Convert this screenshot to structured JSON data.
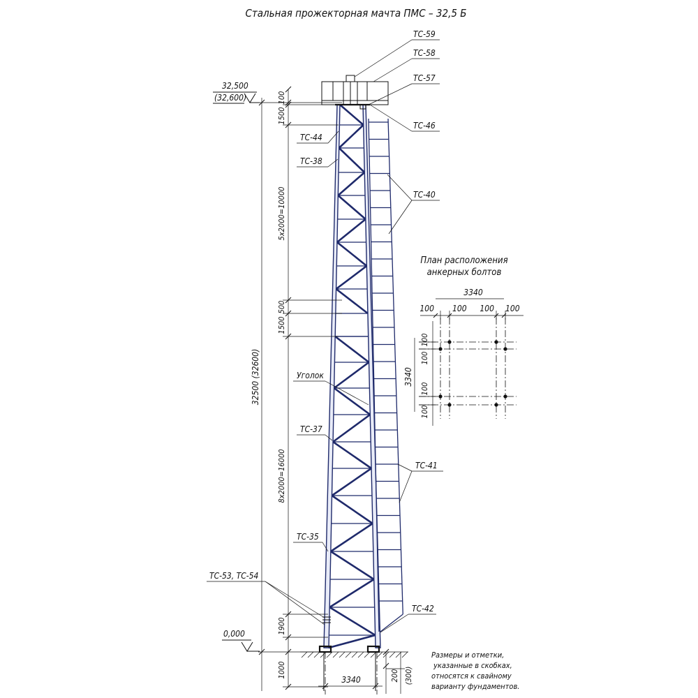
{
  "title": "Стальная прожекторная мачта ПМС – 32,5 Б",
  "callouts": {
    "tc59": "ТС-59",
    "tc58": "ТС-58",
    "tc57": "ТС-57",
    "tc46": "ТС-46",
    "tc44": "ТС-44",
    "tc38": "ТС-38",
    "tc40": "ТС-40",
    "ugolok": "Уголок",
    "tc37": "ТС-37",
    "tc41": "ТС-41",
    "tc35": "ТС-35",
    "tc53_54": "ТС-53, ТС-54",
    "tc42": "ТС-42"
  },
  "elevations": {
    "top": "32,500",
    "top_alt": "(32,600)",
    "zero": "0,000"
  },
  "vertical_dims": {
    "d100": "100",
    "d1500_top": "1500",
    "d5x2000": "5x2000=10000",
    "d500": "500",
    "d1500_mid": "1500",
    "d8x2000": "8x2000=16000",
    "d1900": "1900",
    "d1000": "1000",
    "total": "32500   (32600)",
    "d200": "200",
    "d300": "(300)"
  },
  "base_dim": "3340",
  "plan": {
    "title_line1": "План расположения",
    "title_line2": "анкерных болтов",
    "top_total": "3340",
    "top_d1": "100",
    "top_d2": "100",
    "top_d3": "100",
    "top_d4": "100",
    "left_total": "3340",
    "left_d1": "100",
    "left_d2": "100",
    "left_d3": "100",
    "left_d4": "100"
  },
  "note": {
    "line1": "Размеры и отметки,",
    "line2": "указанные в скобках,",
    "line3": "относятся к свайному",
    "line4": "варианту фундаментов."
  }
}
